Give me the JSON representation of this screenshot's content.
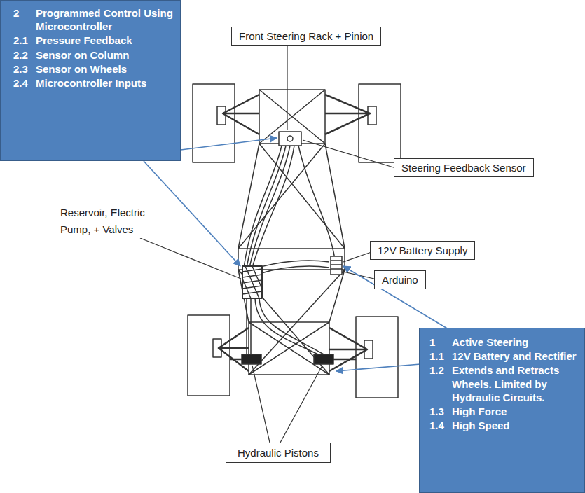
{
  "diagram": {
    "nodes": [
      {
        "text": [
          "2",
          "Programmed Control Using Microcontroller",
          "2.1",
          "Pressure Feedback",
          "2.2",
          "Sensor on Column",
          "2.3",
          "Sensor on Wheels",
          "2.4",
          "Microcontroller Inputs"
        ]
      },
      {
        "text": [
          "Front Steering Rack + Pinion"
        ]
      },
      {
        "text": [
          "Steering Feedback Sensor"
        ]
      },
      {
        "text": [
          "12V Battery Supply"
        ]
      },
      {
        "text": [
          "Arduino"
        ]
      },
      {
        "text": [
          "1",
          "Active Steering",
          "1.1",
          "12V Battery and Rectifier",
          "1.2",
          "Extends and Retracts Wheels. Limited by Hydraulic Circuits.",
          "1.3",
          "High Force",
          "1.4",
          "High Speed"
        ]
      },
      {
        "text": [
          "Hydraulic Pistons"
        ]
      }
    ],
    "labels": [
      "Reservoir, Electric Pump, + Valves"
    ]
  }
}
